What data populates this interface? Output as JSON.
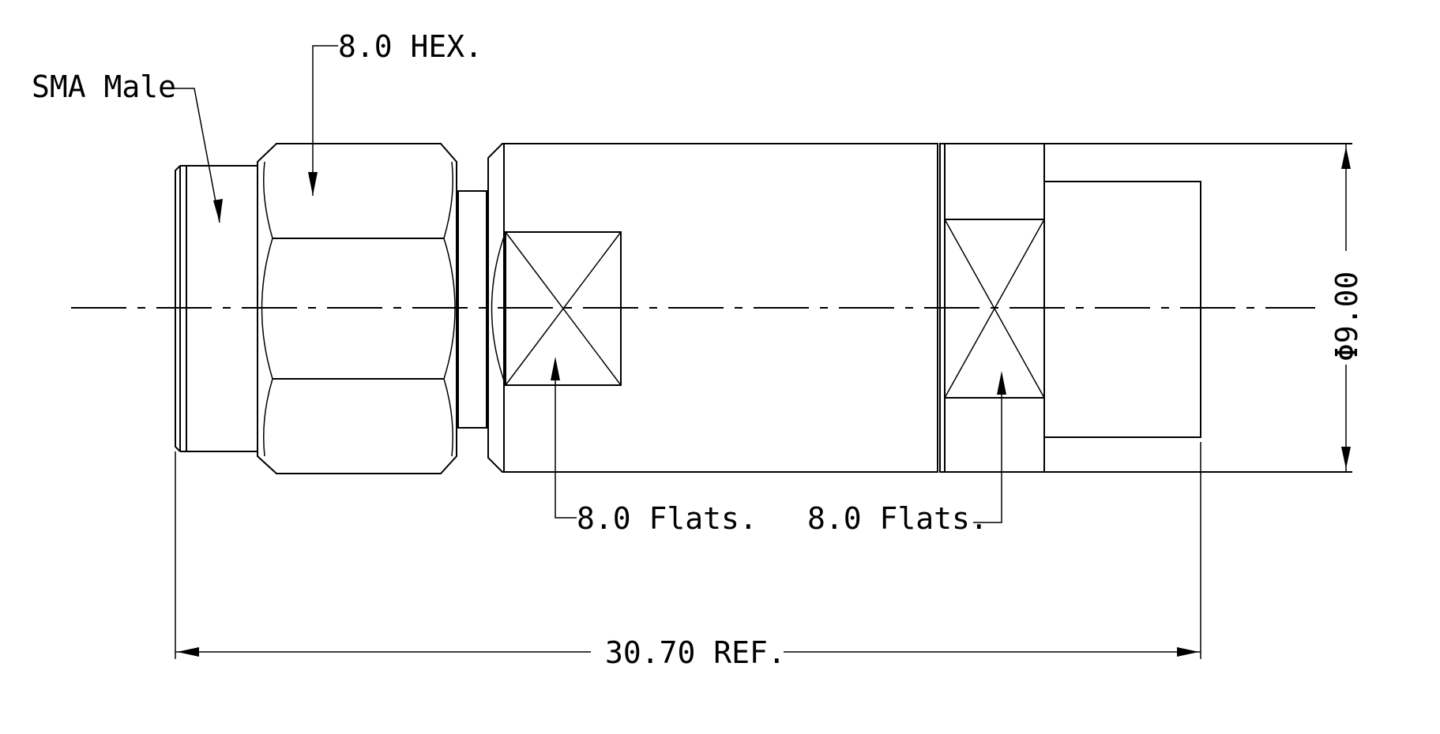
{
  "labels": {
    "connector": "SMA Male",
    "hex": "8.0 HEX.",
    "flats_left": "8.0 Flats.",
    "flats_right": "8.0 Flats.",
    "diameter": "Φ9.00",
    "length": "30.70 REF."
  }
}
